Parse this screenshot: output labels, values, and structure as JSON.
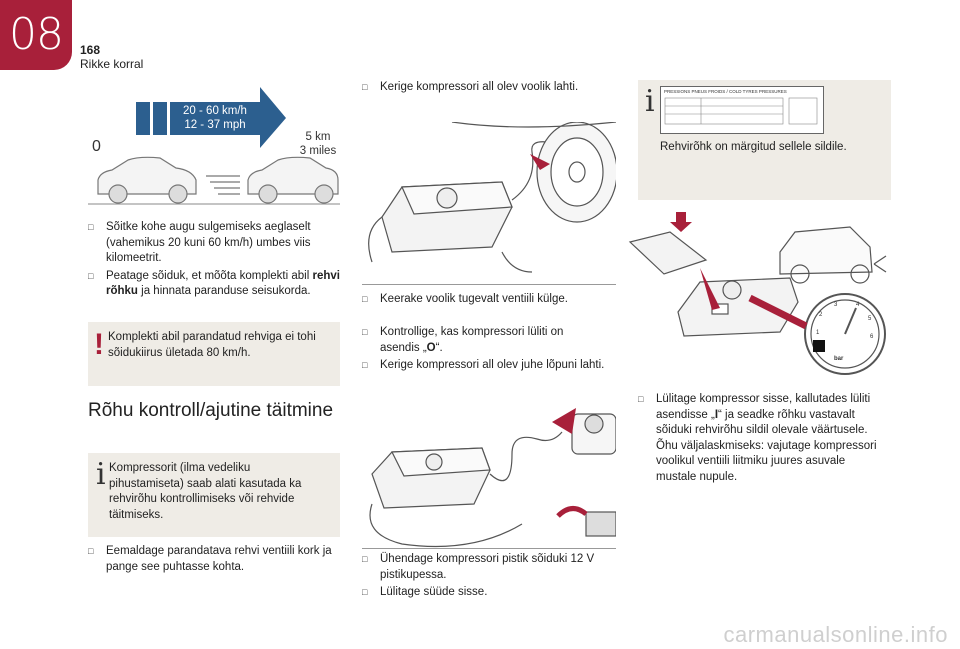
{
  "header": {
    "chapter_number": "08",
    "page_number": "168",
    "section_title": "Rikke korral"
  },
  "drive_diagram": {
    "speed_range_kmh": "20 - 60 km/h",
    "speed_range_mph": "12 - 37 mph",
    "start_value": "0",
    "distance_km": "5 km",
    "distance_miles": "3 miles"
  },
  "col1": {
    "bullets": [
      "Sõitke kohe augu sulgemiseks aeglaselt (vahemikus 20 kuni 60 km/h) umbes viis kilomeetrit.",
      "Peatage sõiduk, et mõõta komplekti abil "
    ],
    "bullet2_bold": "rehvi rõhku",
    "bullet2_rest": " ja hinnata paranduse seisukorda.",
    "warning_note": "Komplekti abil parandatud rehviga ei tohi\nsõidukiirus ületada 80 km/h.",
    "heading": "Rõhu kontroll/ajutine täitmine",
    "info_note": "Kompressorit (ilma vedeliku\npihustamiseta) saab alati kasutada ka\nrehvirõhu kontrollimiseks või rehvide\ntäitmiseks.",
    "bullet3": "Eemaldage parandatava rehvi ventiili kork ja pange see puhtasse kohta."
  },
  "col2": {
    "step1": "Kerige kompressori all olev voolik lahti.",
    "step2": "Keerake voolik tugevalt ventiili külge.",
    "step3a": "Kontrollige, kas kompressori lüliti on\nasendis „",
    "step3_bold": "O",
    "step3b": "“.",
    "step4": "Kerige kompressori all olev juhe lõpuni lahti.",
    "step5": "Ühendage kompressori pistik sõiduki 12 V\npistikupessa.",
    "step6": "Lülitage süüde sisse."
  },
  "col3": {
    "info_text": "Rehvirõhk on märgitud sellele sildile.",
    "label_title": "PRESSIONS PNEUS FROIDS / COLD TYRES PRESSURES",
    "gauge_unit": "bar",
    "gauge_ticks": [
      "1",
      "2",
      "3",
      "4",
      "5",
      "6"
    ],
    "step_a": "Lülitage kompressor sisse, kallutades lüliti\nasendisse „",
    "step_bold": "I",
    "step_b": "“ ja seadke rõhku vastavalt\nsõiduki rehvirõhu sildil olevale väärtusele.\nÕhu väljalaskmiseks: vajutage kompressori\nvoolikul ventiili liitmiku juures asuvale\nmustale nupule."
  },
  "footer": {
    "watermark": "carmanualsonline.info"
  },
  "colors": {
    "brand": "#a8203a",
    "box_bg": "#efece6",
    "speed_blue": "#2c5f8f"
  },
  "icons": {
    "bullet": "checkbox-bullet-icon",
    "warning": "exclamation-icon",
    "info": "info-icon"
  }
}
